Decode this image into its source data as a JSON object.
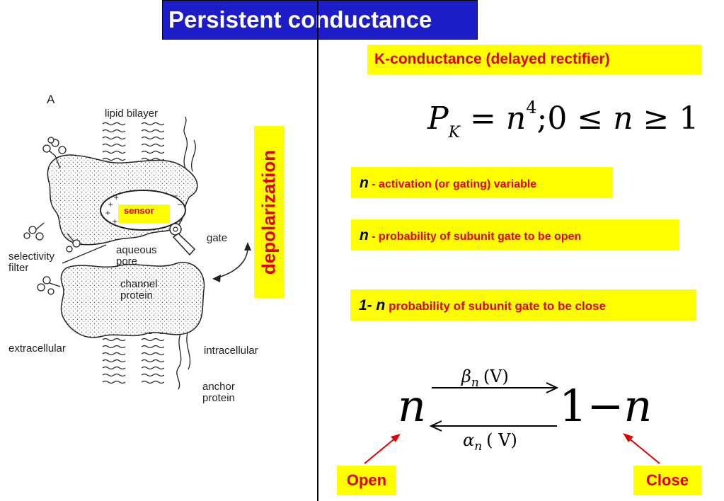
{
  "title": "Persistent conductance",
  "k_conductance_label": "K-conductance (delayed rectifier)",
  "formula": {
    "P": "P",
    "K": "K",
    "eq": " = ",
    "n": "n",
    "exp": "4",
    "rest": ";0 ≤ ",
    "n2": "n",
    "ge": " ≥ 1"
  },
  "defs": [
    {
      "symbol": "n",
      "text": " - activation (or gating) variable"
    },
    {
      "symbol": "n",
      "text": " - probability of subunit gate to be open"
    },
    {
      "symbol": "1- n",
      "text": "  probability of subunit gate to be close"
    }
  ],
  "depolarization": "depolarization",
  "sensor": "sensor",
  "kinetics": {
    "left": "n",
    "right_num": "1",
    "right_minus": "−",
    "right_n": "n",
    "beta": "β",
    "beta_sub": "n",
    "beta_arg": "(V)",
    "alpha": "α",
    "alpha_sub": "n",
    "alpha_arg": "( V)"
  },
  "open_label": "Open",
  "close_label": "Close",
  "channel_figure": {
    "panel_letter": "A",
    "lipid_bilayer": "lipid bilayer",
    "gate": "gate",
    "selectivity_filter": [
      "selectivity",
      "filter"
    ],
    "aqueous_pore": [
      "aqueous",
      "pore"
    ],
    "channel_protein": [
      "channel",
      "protein"
    ],
    "extracellular": "extracellular",
    "intracellular": "intracellular",
    "anchor_protein": [
      "anchor",
      "protein"
    ]
  },
  "colors": {
    "title_bg": "#1c1cc8",
    "highlight": "#ffff00",
    "accent_red": "#e00000"
  }
}
